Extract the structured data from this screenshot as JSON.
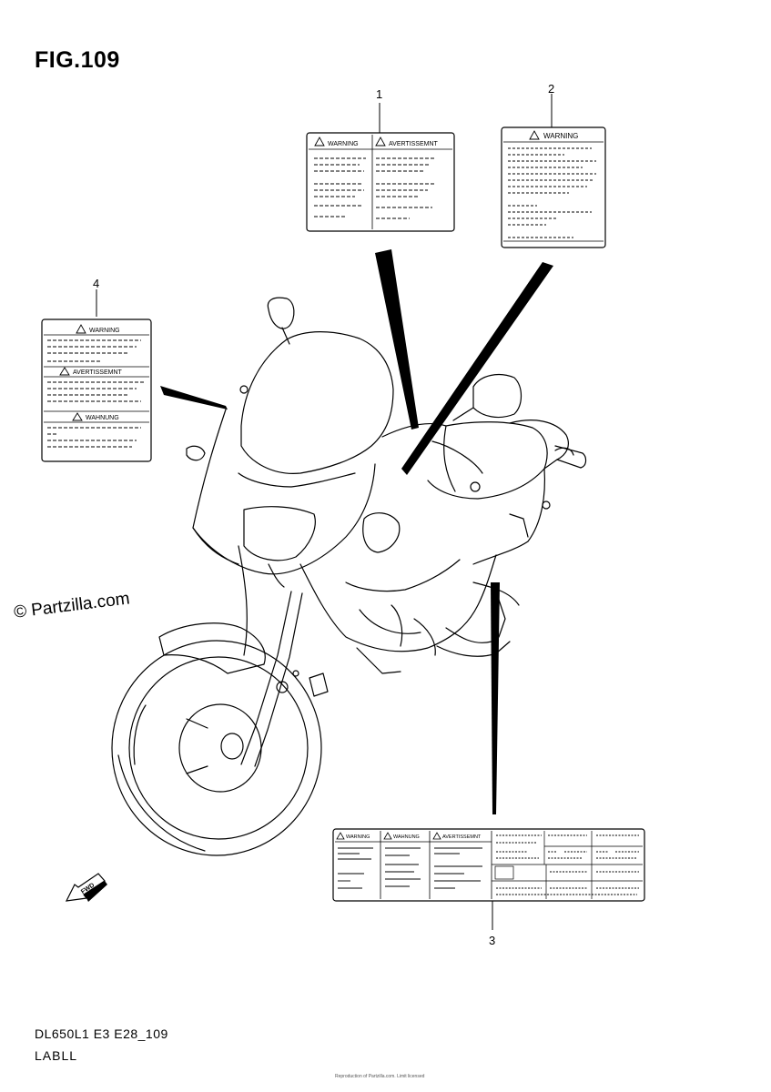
{
  "figure": {
    "title": "FIG.109"
  },
  "callouts": {
    "one": "1",
    "two": "2",
    "three": "3",
    "four": "4"
  },
  "labels": {
    "label1": {
      "left": "WARNING",
      "right": "AVERTISSEMNT"
    },
    "label2": {
      "title": "WARNING"
    },
    "label4": {
      "sec1": "WARNING",
      "sec2": "AVERTISSEMNT",
      "sec3": "WAHNUNG"
    },
    "label3": {
      "col1": "WARNING",
      "col2": "WAHNUNG",
      "col3": "AVERTISSEMNT"
    }
  },
  "direction_arrow": {
    "text": "FWD"
  },
  "watermark": "© Partzilla.com",
  "footer": {
    "code": "DL650L1 E3 E28_109",
    "label": "LABLL",
    "copyright": "Reproduction of Partzilla.com. Limit licensed"
  }
}
